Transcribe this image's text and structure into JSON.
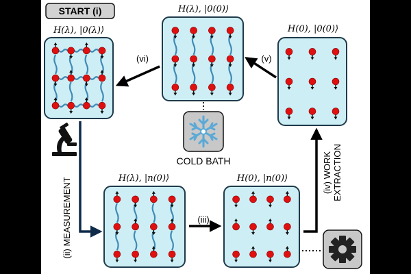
{
  "start_label": "START (i)",
  "states": {
    "top_left": "H(λ), |0(λ)⟩",
    "top_middle": "H(λ), |0(0)⟩",
    "top_right": "H(0), |0(0)⟩",
    "bottom_middle": "H(λ), |n(0)⟩",
    "bottom_right": "H(0), |n(0)⟩"
  },
  "steps": {
    "ii": "(ii) MEASUREMENT",
    "iii": "(iii)",
    "iv_line1": "(iv) WORK",
    "iv_line2": "EXTRACTION",
    "v": "(v)",
    "vi": "(vi)"
  },
  "cold_bath": "COLD BATH",
  "icons": {
    "snowflake": "snowflake-icon",
    "gear": "gear-icon",
    "microscope": "microscope-icon"
  },
  "colors": {
    "background": "#000000",
    "panel": "#ffffff",
    "box_fill": "#cdeef5",
    "box_stroke": "#1f3a4a",
    "spin_red": "#e01010",
    "coupling": "#3f8ab6",
    "arrow_dark": "#0f2b4a",
    "start_fill": "#d2d2d2",
    "bath_fill": "#c8c8c8",
    "gear_fill": "#222222"
  },
  "spin_grids": {
    "top_left": [
      [
        "up",
        "down",
        "up",
        "down"
      ],
      [
        "down",
        "up",
        "down",
        "up"
      ],
      [
        "up",
        "down",
        "up",
        "down"
      ]
    ],
    "top_middle": [
      [
        "down",
        "down",
        "down",
        "down"
      ],
      [
        "down",
        "down",
        "down",
        "down"
      ],
      [
        "down",
        "down",
        "down",
        "down"
      ]
    ],
    "top_right": [
      [
        "down",
        "down",
        "down"
      ],
      [
        "down",
        "down",
        "down"
      ],
      [
        "down",
        "down",
        "down"
      ]
    ],
    "bottom_middle": [
      [
        "up",
        "down",
        "up",
        "down"
      ],
      [
        "down",
        "up",
        "down",
        "up"
      ],
      [
        "down",
        "down",
        "up",
        "down"
      ]
    ],
    "bottom_right": [
      [
        "down",
        "up",
        "down",
        "up"
      ],
      [
        "up",
        "down",
        "up",
        "down"
      ],
      [
        "down",
        "up",
        "down",
        "up"
      ]
    ]
  }
}
